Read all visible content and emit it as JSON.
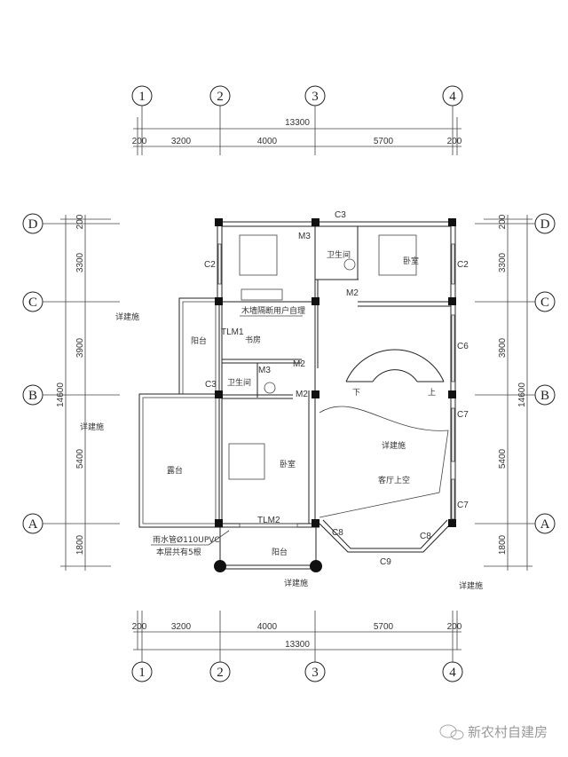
{
  "axes": {
    "vertical": [
      "1",
      "2",
      "3",
      "4"
    ],
    "horizontal": [
      "D",
      "C",
      "B",
      "A"
    ]
  },
  "dims": {
    "top_total": "13300",
    "top_parts": [
      "200",
      "3200",
      "4000",
      "5700",
      "200"
    ],
    "bottom_total": "13300",
    "bottom_parts": [
      "200",
      "3200",
      "4000",
      "5700",
      "200"
    ],
    "left_total": "14600",
    "left_parts": [
      "200",
      "3300",
      "3900",
      "5400",
      "1800"
    ],
    "right_total": "14600",
    "right_parts": [
      "200",
      "3300",
      "3900",
      "5400",
      "1800"
    ]
  },
  "rooms": {
    "bathroom_top": "卫生间",
    "bedroom_ne": "卧室",
    "partition_note": "木墙隔断用户自理",
    "study": "书房",
    "balcony_w": "阳台",
    "bathroom_mid": "卫生间",
    "terrace": "露台",
    "bedroom_sw": "卧室",
    "void_note": "详建施",
    "living_void": "客厅上空",
    "balcony_s": "阳台",
    "stair_down": "下",
    "stair_up": "上"
  },
  "openings": {
    "c3_top": "C3",
    "m3_top": "M3",
    "c2_left": "C2",
    "c2_right": "C2",
    "m2_ne": "M2",
    "tlm1": "TLM1",
    "m2_study": "M2",
    "m3_mid": "M3",
    "c3_mid": "C3",
    "m2_mid": "M2",
    "c6": "C6",
    "c7_a": "C7",
    "c7_b": "C7",
    "tlm2": "TLM2",
    "c8_a": "C8",
    "c8_b": "C8",
    "c9": "C9"
  },
  "notes": {
    "see_drawing_1": "详建施",
    "see_drawing_2": "详建施",
    "see_drawing_3": "详建施",
    "see_drawing_4": "详建施",
    "downpipe_1": "雨水管Ø110UPVC",
    "downpipe_2": "本层共有5根"
  },
  "watermark": "新农村自建房"
}
